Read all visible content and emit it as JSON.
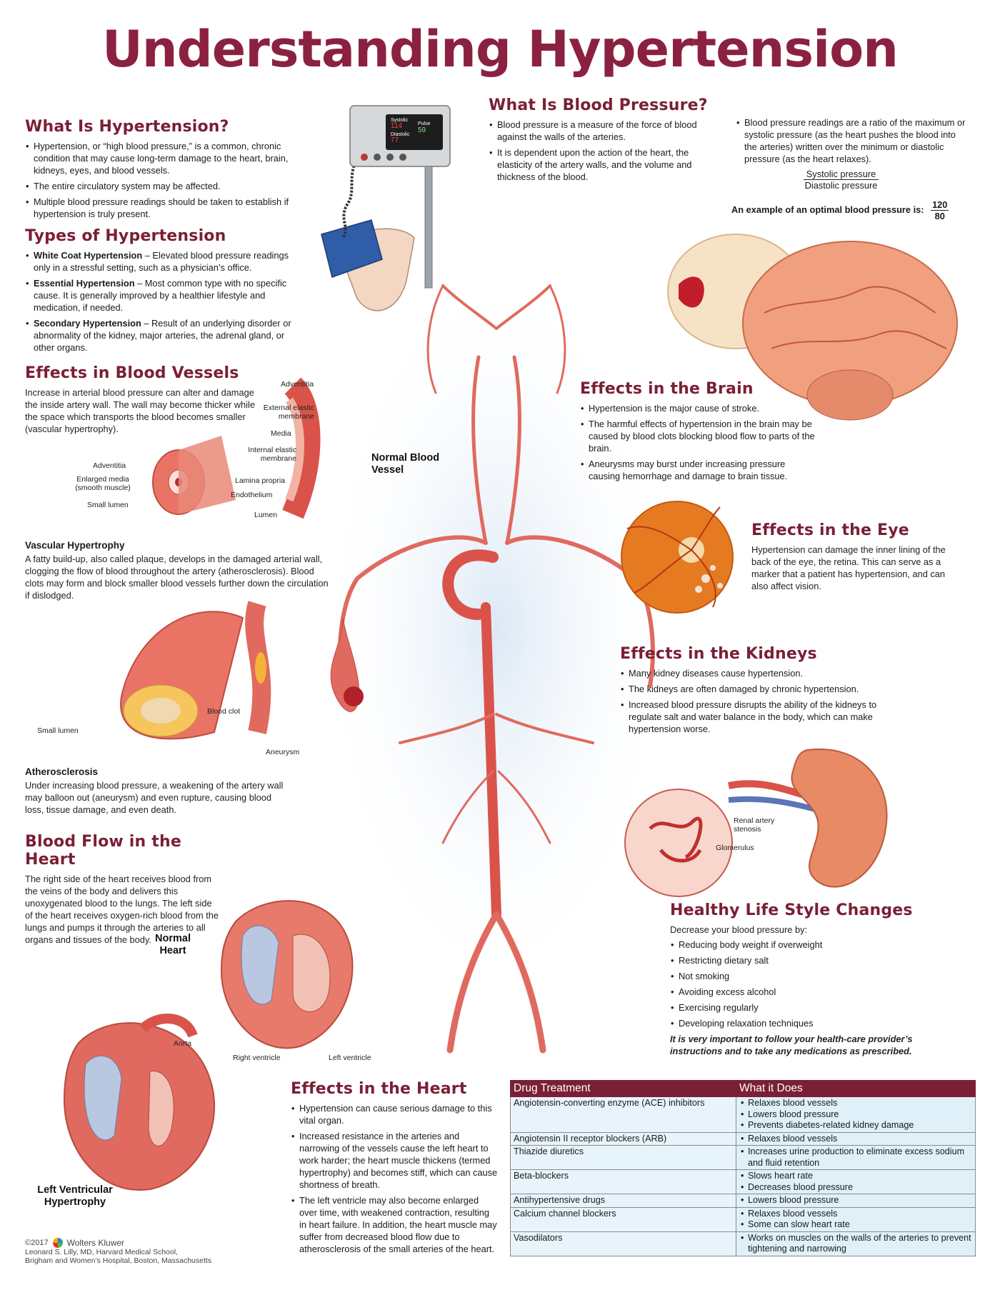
{
  "title": "Understanding Hypertension",
  "what_is_hypertension": {
    "heading": "What Is Hypertension?",
    "bullets": [
      "Hypertension, or “high blood pressure,” is a common, chronic condition that may cause long-term damage to the heart, brain, kidneys, eyes, and blood vessels.",
      "The entire circulatory system may be affected.",
      "Multiple blood pressure readings should be taken to establish if hypertension is truly present."
    ]
  },
  "types": {
    "heading": "Types of Hypertension",
    "items": [
      {
        "term": "White Coat Hypertension",
        "desc": " – Elevated blood pressure readings only in a stressful setting, such as a physician’s office."
      },
      {
        "term": "Essential Hypertension",
        "desc": " – Most common type with no specific cause. It is generally improved by a healthier lifestyle and medication, if needed."
      },
      {
        "term": "Secondary Hypertension",
        "desc": " – Result of an underlying disorder or abnormality of the kidney, major arteries, the adrenal gland, or other organs."
      }
    ]
  },
  "monitor": {
    "systolic_label": "Systolic",
    "systolic_value": "114",
    "diastolic_label": "Diastolic",
    "diastolic_value": "77",
    "pulse_label": "Pulse",
    "pulse_value": "59"
  },
  "what_is_bp": {
    "heading": "What Is Blood Pressure?",
    "col1": [
      "Blood pressure is a measure of the force of blood against the walls of the arteries.",
      "It is dependent upon the action of the heart, the elasticity of the artery walls, and the volume and thickness of the blood."
    ],
    "col2": "Blood pressure readings are a ratio of the maximum or systolic pressure (as the heart pushes the blood into the arteries) written over the minimum or diastolic pressure (as the heart relaxes).",
    "fraction_num": "Systolic pressure",
    "fraction_den": "Diastolic pressure",
    "example_label": "An example of an optimal blood pressure is:",
    "example_num": "120",
    "example_den": "80"
  },
  "vessels": {
    "heading": "Effects in Blood Vessels",
    "intro": "Increase in arterial blood pressure can alter and damage the inside artery wall. The wall may become thicker while the space which transports the blood becomes smaller (vascular hypertrophy).",
    "labels": {
      "adventitia_right": "Adventitia",
      "external_elastic": "External elastic membrane",
      "media": "Media",
      "internal_elastic": "Internal elastic membrane",
      "lamina_propria": "Lamina propria",
      "endothelium": "Endothelium",
      "lumen": "Lumen",
      "adventitia_left": "Adventitia",
      "enlarged_media": "Enlarged media (smooth muscle)",
      "small_lumen": "Small lumen",
      "normal_vessel": "Normal Blood Vessel"
    },
    "hypertrophy_heading": "Vascular Hypertrophy",
    "hypertrophy_text": "A fatty build-up, also called plaque, develops in the damaged arterial wall, clogging the flow of blood throughout the artery (atherosclerosis). Blood clots may form and block smaller blood vessels further down the circulation if dislodged.",
    "athero_labels": {
      "small_lumen": "Small lumen",
      "blood_clot": "Blood clot",
      "aneurysm": "Aneurysm"
    },
    "athero_heading": "Atherosclerosis",
    "athero_text": "Under increasing blood pressure, a weakening of the artery wall may balloon out (aneurysm) and even rupture, causing blood loss, tissue damage, and even death."
  },
  "blood_flow": {
    "heading": "Blood Flow in the Heart",
    "text": "The right side of the heart receives blood from the veins of the body and delivers this unoxygenated blood to the lungs. The left side of the heart receives oxygen-rich blood from the lungs and pumps it through the arteries to all organs and tissues of the body.",
    "normal_heart": "Normal Heart",
    "right_ventricle": "Right ventricle",
    "left_ventricle": "Left ventricle",
    "aorta": "Aorta",
    "lvh": "Left Ventricular Hypertrophy"
  },
  "brain": {
    "heading": "Effects in the Brain",
    "bullets": [
      "Hypertension is the major cause of stroke.",
      "The harmful effects of hypertension in the brain may be caused by blood clots blocking blood flow to parts of the brain.",
      "Aneurysms may burst under increasing pressure causing hemorrhage and damage to brain tissue."
    ]
  },
  "eye": {
    "heading": "Effects in the Eye",
    "text": "Hypertension can damage the inner lining of the back of the eye, the retina. This can serve as a marker that a patient has hypertension, and can also affect vision."
  },
  "kidneys": {
    "heading": "Effects in the Kidneys",
    "bullets": [
      "Many kidney diseases cause hypertension.",
      "The kidneys are often damaged by chronic hypertension.",
      "Increased blood pressure disrupts the ability of the kidneys to regulate salt and water balance in the body, which can make hypertension worse."
    ],
    "renal_label": "Renal artery stenosis",
    "glomerulus_label": "Glomerulus"
  },
  "lifestyle": {
    "heading": "Healthy Life Style Changes",
    "intro": "Decrease your blood pressure by:",
    "items": [
      "Reducing body weight if overweight",
      "Restricting dietary salt",
      "Not smoking",
      "Avoiding excess alcohol",
      "Exercising regularly",
      "Developing relaxation techniques"
    ],
    "note": "It is very important to follow your health-care provider’s instructions and to take any medications as prescribed."
  },
  "heart_effects": {
    "heading": "Effects in the Heart",
    "bullets": [
      "Hypertension can cause serious damage to this vital organ.",
      "Increased resistance in the arteries and narrowing of the vessels cause the left heart to work harder; the heart muscle thickens (termed hypertrophy) and becomes stiff, which can cause shortness of breath.",
      "The left ventricle may also become enlarged over time, with weakened contraction, resulting in heart failure. In addition, the heart muscle may suffer from decreased blood flow due to atherosclerosis of the small arteries of the heart."
    ]
  },
  "drug_table": {
    "col1": "Drug Treatment",
    "col2": "What it Does",
    "rows": [
      {
        "drug": "Angiotensin-converting enzyme (ACE) inhibitors",
        "effects": [
          "Relaxes blood vessels",
          "Lowers blood pressure",
          "Prevents diabetes-related kidney damage"
        ]
      },
      {
        "drug": "Angiotensin II receptor blockers (ARB)",
        "effects": [
          "Relaxes blood vessels"
        ]
      },
      {
        "drug": "Thiazide diuretics",
        "effects": [
          "Increases urine production to eliminate excess sodium and fluid retention"
        ]
      },
      {
        "drug": "Beta-blockers",
        "effects": [
          "Slows heart rate",
          "Decreases blood pressure"
        ]
      },
      {
        "drug": "Antihypertensive drugs",
        "effects": [
          "Lowers blood pressure"
        ]
      },
      {
        "drug": "Calcium channel blockers",
        "effects": [
          "Relaxes blood vessels",
          "Some can slow heart rate"
        ]
      },
      {
        "drug": "Vasodilators",
        "effects": [
          "Works on muscles on the walls of the arteries to prevent tightening and narrowing"
        ]
      }
    ]
  },
  "footer": {
    "copyright": "©2017",
    "publisher": "Wolters Kluwer",
    "credit1": "Leonard S. Lilly, MD, Harvard Medical School,",
    "credit2": "Brigham and Women’s Hospital, Boston, Massachusetts"
  },
  "colors": {
    "title": "#8b2140",
    "heading": "#7a1f35",
    "artery": "#e06a5f",
    "table_header": "#7a1f35",
    "table_cell": "#dff0f8"
  }
}
